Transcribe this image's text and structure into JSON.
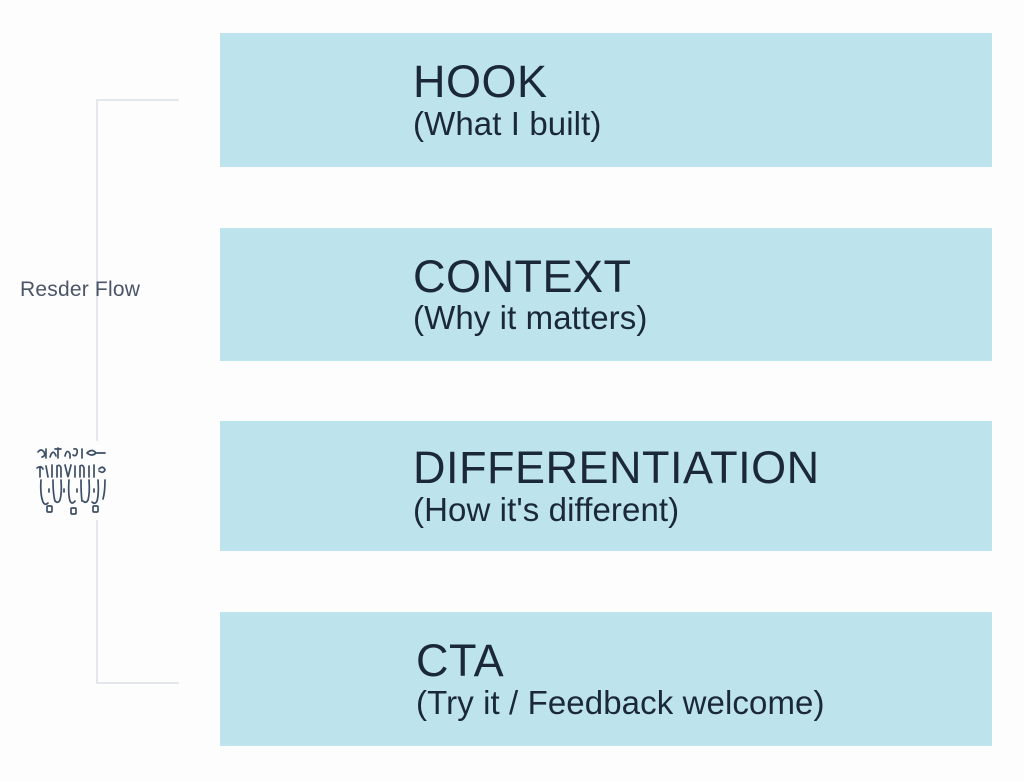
{
  "diagram": {
    "flow_label": "Resder Flow",
    "background_color": "#fdfdfd",
    "banner_color": "#bde3ec",
    "text_color": "#1b2838",
    "label_color": "#4a5568",
    "bracket_color": "#e4e7ec",
    "sketch_glyph_name": "handwritten-scribble-sketch",
    "steps": [
      {
        "title": "HOOK",
        "subtitle": "(What I built)"
      },
      {
        "title": "CONTEXT",
        "subtitle": "(Why it matters)"
      },
      {
        "title": "DIFFERENTIATION",
        "subtitle": "(How it's different)"
      },
      {
        "title": "CTA",
        "subtitle": "(Try it / Feedback welcome)"
      }
    ]
  }
}
